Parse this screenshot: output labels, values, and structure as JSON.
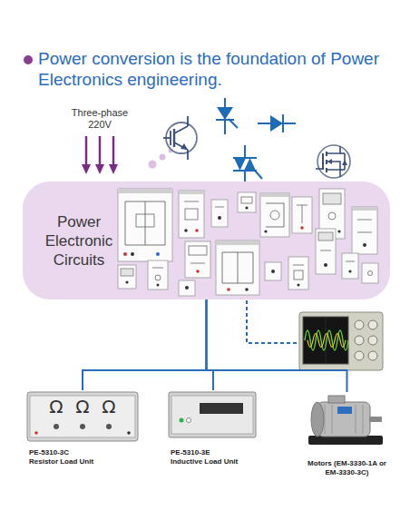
{
  "diagram": {
    "title": "Power conversion is the foundation of Power Electronics engineering.",
    "nodes": [
      {
        "text": [
          "Power Electronic Circuits"
        ]
      },
      {
        "text": [
          "PE-5310-3C",
          "Resistor Load Unit"
        ]
      },
      {
        "text": [
          "PE-5310-3E",
          "Inductive Load Unit"
        ]
      },
      {
        "text": [
          "Motors (EM-3330-1A or EM-3330-3C)"
        ]
      }
    ],
    "edges": [
      {
        "from": 0,
        "to": 1,
        "arrow": "none"
      },
      {
        "from": 0,
        "to": 2,
        "arrow": "none"
      },
      {
        "from": 0,
        "to": 3,
        "arrow": "none"
      }
    ],
    "labels": [
      "Three-phase 220V",
      "Ω",
      "Ω",
      "Ω"
    ]
  }
}
